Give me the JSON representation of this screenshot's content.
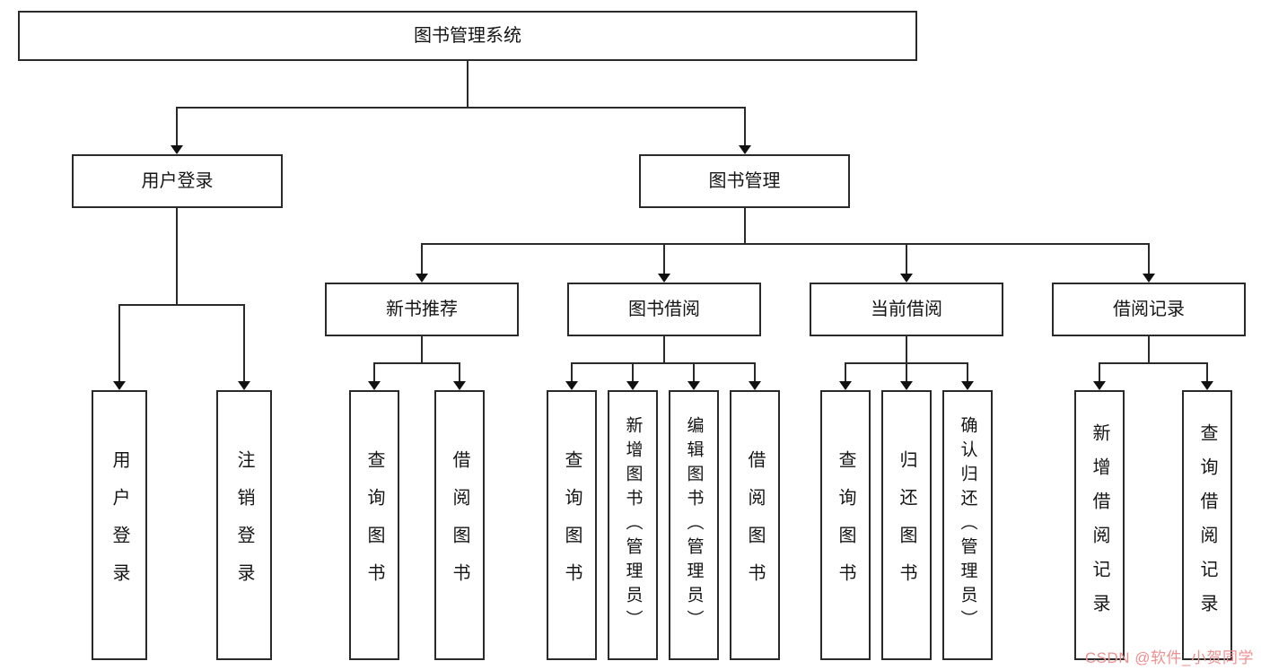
{
  "diagram": {
    "root": {
      "label": "图书管理系统",
      "children": [
        {
          "label": "用户登录",
          "children": [
            {
              "label": "用户登录"
            },
            {
              "label": "注销登录"
            }
          ]
        },
        {
          "label": "图书管理",
          "children": [
            {
              "label": "新书推荐",
              "children": [
                {
                  "label": "查询图书"
                },
                {
                  "label": "借阅图书"
                }
              ]
            },
            {
              "label": "图书借阅",
              "children": [
                {
                  "label": "查询图书"
                },
                {
                  "label": "新增图书（管理员）"
                },
                {
                  "label": "编辑图书（管理员）"
                },
                {
                  "label": "借阅图书"
                }
              ]
            },
            {
              "label": "当前借阅",
              "children": [
                {
                  "label": "查询图书"
                },
                {
                  "label": "归还图书"
                },
                {
                  "label": "确认归还（管理员）"
                }
              ]
            },
            {
              "label": "借阅记录",
              "children": [
                {
                  "label": "新增借阅记录"
                },
                {
                  "label": "查询借阅记录"
                }
              ]
            }
          ]
        }
      ]
    }
  },
  "colors": {
    "line": "#2a2a2a",
    "watermark": "#f08f8f"
  },
  "watermark": {
    "text": "CSDN @软件_小贺同学"
  }
}
